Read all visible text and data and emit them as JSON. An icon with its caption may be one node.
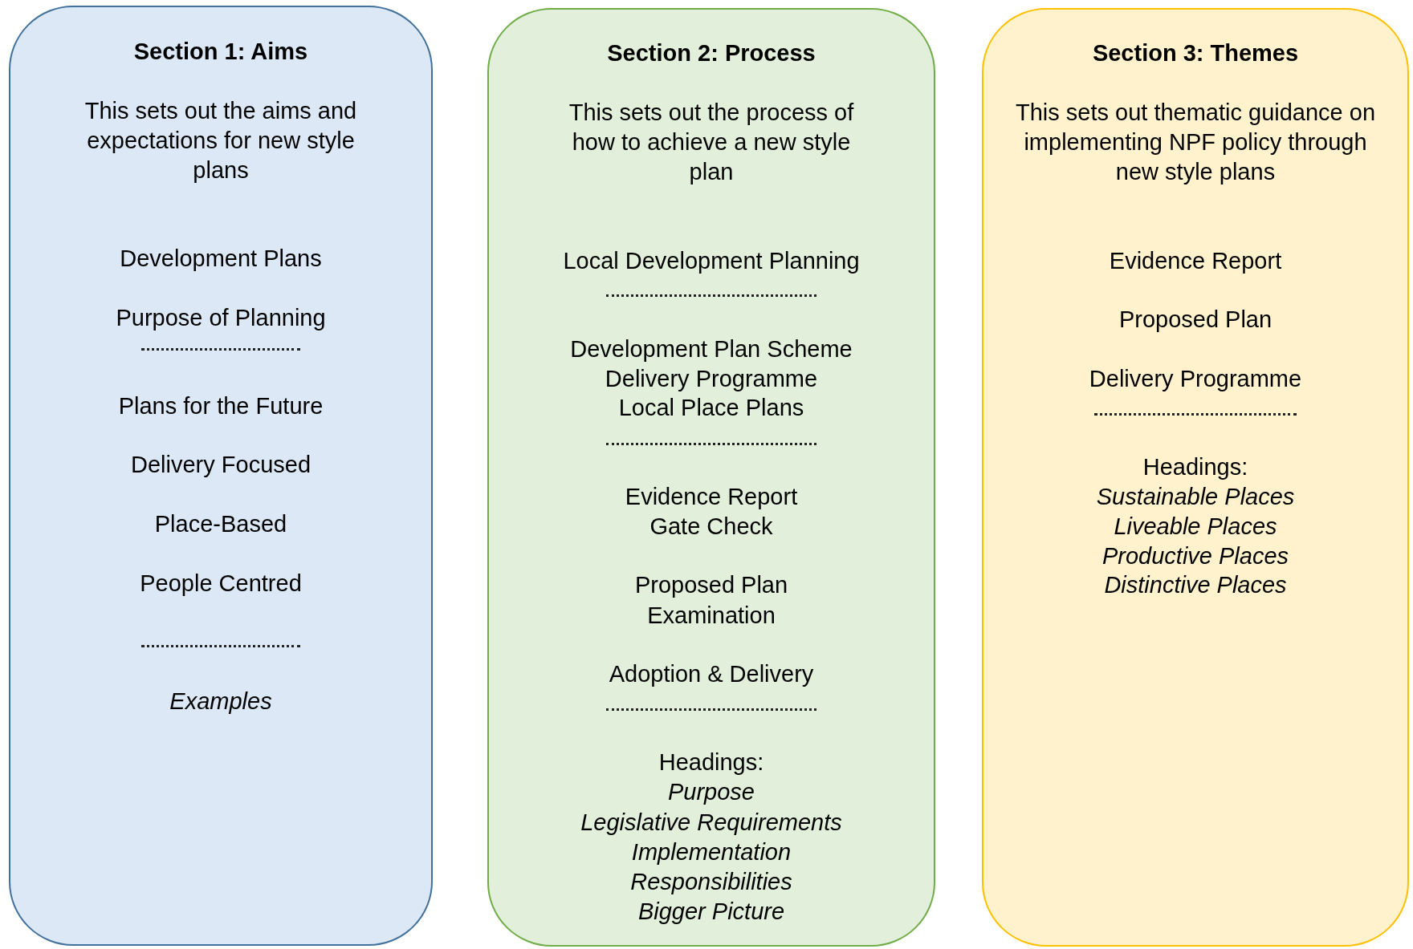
{
  "diagram": {
    "nodes": [
      {
        "text": [
          "Section 1: Aims",
          "This sets out the aims and expectations for new style plans",
          "Development Plans",
          "Purpose of Planning",
          "Plans for the Future",
          "Delivery Focused",
          "Place-Based",
          "People Centred",
          "Examples"
        ]
      },
      {
        "text": [
          "Section 2: Process",
          "This sets out the process of how to achieve a new style plan",
          "Local Development Planning",
          "Development Plan Scheme",
          "Delivery Programme",
          "Local Place Plans",
          "Evidence Report",
          "Gate Check",
          "Proposed Plan",
          "Examination",
          "Adoption & Delivery",
          "Headings:",
          "Purpose",
          "Legislative Requirements",
          "Implementation",
          "Responsibilities",
          "Bigger Picture"
        ]
      },
      {
        "text": [
          "Section 3: Themes",
          "This sets out thematic guidance on implementing NPF policy through new style plans",
          "Evidence Report",
          "Proposed Plan",
          "Delivery Programme",
          "Headings:",
          "Sustainable Places",
          "Liveable Places",
          "Productive Places",
          "Distinctive Places"
        ]
      }
    ]
  }
}
